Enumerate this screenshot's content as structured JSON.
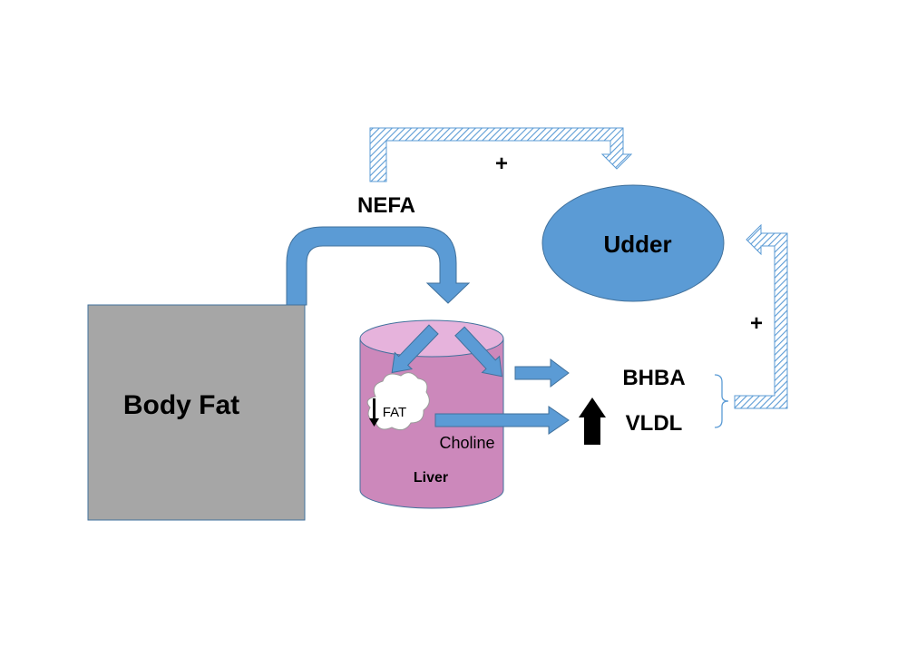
{
  "nodes": {
    "body_fat": "Body Fat",
    "nefa": "NEFA",
    "udder": "Udder",
    "liver": "Liver",
    "fat": "FAT",
    "choline": "Choline",
    "bhba": "BHBA",
    "vldl": "VLDL"
  },
  "signs": {
    "top_plus": "+",
    "right_plus": "+"
  },
  "colors": {
    "body_fat_fill": "#a6a6a6",
    "arrow_blue": "#5b9bd5",
    "arrow_blue_border": "#41719c",
    "udder_fill": "#5b9bd5",
    "liver_body": "#cc88bb",
    "liver_top": "#e6b3dc",
    "hatch_stroke": "#5b9bd5"
  },
  "indicators": {
    "fat_direction": "down",
    "vldl_direction": "up"
  }
}
